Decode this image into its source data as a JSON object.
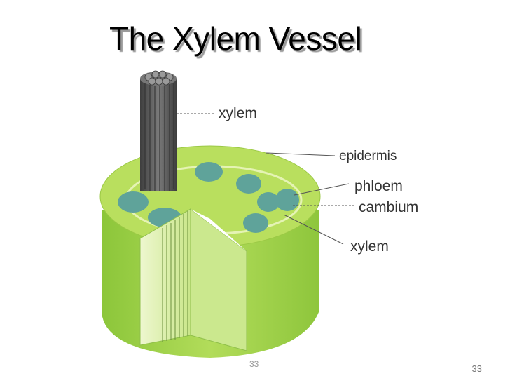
{
  "slide": {
    "title": "The Xylem Vessel",
    "page_number": "33",
    "footer_fragment": "33"
  },
  "diagram": {
    "labels": {
      "xylem_top": "xylem",
      "epidermis": "epidermis",
      "phloem": "phloem",
      "cambium": "cambium",
      "xylem_bottom": "xylem"
    },
    "colors": {
      "stem_top": "#b9df5e",
      "stem_side": "#9ed13f",
      "stem_cut": "#d9eda6",
      "bundle": "#5fa39a",
      "xylem_tubes": "#555555"
    }
  }
}
